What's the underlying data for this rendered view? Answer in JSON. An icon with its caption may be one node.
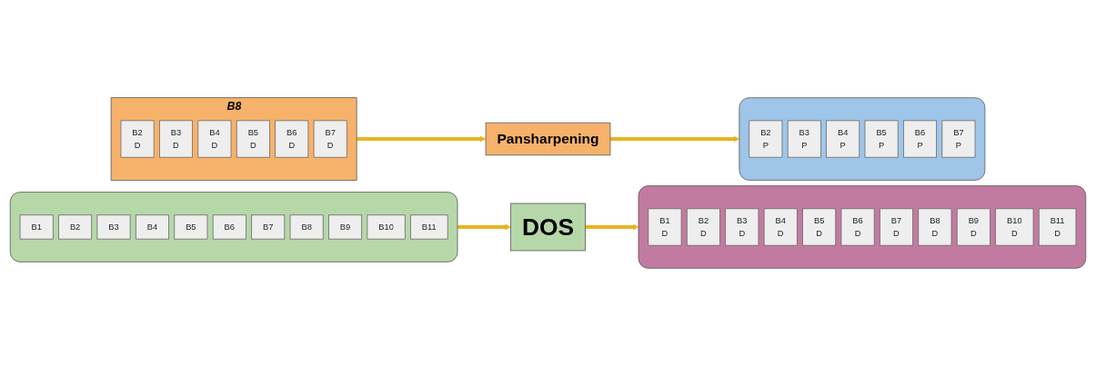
{
  "diagram": {
    "nodes": [
      {
        "text": [],
        "shape": "box"
      },
      {
        "text": [
          "B1"
        ],
        "in": 0
      },
      {
        "text": [
          "B2"
        ],
        "in": 0
      },
      {
        "text": [
          "B3"
        ],
        "in": 0
      },
      {
        "text": [
          "B4"
        ],
        "in": 0
      },
      {
        "text": [
          "B5"
        ],
        "in": 0
      },
      {
        "text": [
          "B6"
        ],
        "in": 0
      },
      {
        "text": [
          "B7"
        ],
        "in": 0
      },
      {
        "text": [
          "B8"
        ],
        "in": 0
      },
      {
        "text": [
          "B9"
        ],
        "in": 0
      },
      {
        "text": [
          "B10"
        ],
        "in": 0
      },
      {
        "text": [
          "B11"
        ],
        "in": 0
      },
      {
        "text": [
          "DOS"
        ]
      },
      {
        "text": [],
        "shape": "box"
      },
      {
        "text": [
          "B1",
          "D"
        ],
        "in": 13
      },
      {
        "text": [
          "B2",
          "D"
        ],
        "in": 13
      },
      {
        "text": [
          "B3",
          "D"
        ],
        "in": 13
      },
      {
        "text": [
          "B4",
          "D"
        ],
        "in": 13
      },
      {
        "text": [
          "B5",
          "D"
        ],
        "in": 13
      },
      {
        "text": [
          "B6",
          "D"
        ],
        "in": 13
      },
      {
        "text": [
          "B7",
          "D"
        ],
        "in": 13
      },
      {
        "text": [
          "B8",
          "D"
        ],
        "in": 13
      },
      {
        "text": [
          "B9",
          "D"
        ],
        "in": 13
      },
      {
        "text": [
          "B10",
          "D"
        ],
        "in": 13
      },
      {
        "text": [
          "B11",
          "D"
        ],
        "in": 13
      },
      {
        "text": [
          "B8"
        ]
      },
      {
        "text": [
          "B2",
          "D"
        ],
        "in": 25
      },
      {
        "text": [
          "B3",
          "D"
        ],
        "in": 25
      },
      {
        "text": [
          "B4",
          "D"
        ],
        "in": 25
      },
      {
        "text": [
          "B5",
          "D"
        ],
        "in": 25
      },
      {
        "text": [
          "B6",
          "D"
        ],
        "in": 25
      },
      {
        "text": [
          "B7",
          "D"
        ],
        "in": 25
      },
      {
        "text": [
          "Pansharpening"
        ]
      },
      {
        "text": [],
        "shape": "box"
      },
      {
        "text": [
          "B2",
          "P"
        ],
        "in": 33
      },
      {
        "text": [
          "B3",
          "P"
        ],
        "in": 33
      },
      {
        "text": [
          "B4",
          "P"
        ],
        "in": 33
      },
      {
        "text": [
          "B5",
          "P"
        ],
        "in": 33
      },
      {
        "text": [
          "B6",
          "P"
        ],
        "in": 33
      },
      {
        "text": [
          "B7",
          "P"
        ],
        "in": 33
      }
    ],
    "edges": [
      {
        "from": 0,
        "to": 12,
        "arrow": "to"
      },
      {
        "from": 12,
        "to": 13,
        "arrow": "to"
      },
      {
        "from": 25,
        "to": 32,
        "arrow": "to"
      },
      {
        "from": 32,
        "to": 33,
        "arrow": "to"
      }
    ]
  }
}
